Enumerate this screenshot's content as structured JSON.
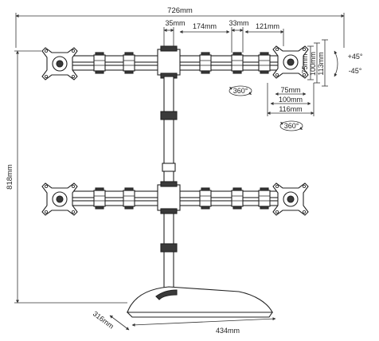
{
  "dimensions": {
    "total_width": "726mm",
    "arm_segment": "174mm",
    "pole_dia": "35mm",
    "clamp_width": "33mm",
    "end_segment": "121mm",
    "height": "818mm",
    "base_depth": "316mm",
    "base_width": "434mm",
    "vesa_75": "75mm",
    "vesa_100": "100mm",
    "vesa_113": "113mm",
    "vesa_75h": "75mm",
    "vesa_100h": "100mm",
    "vesa_116": "116mm",
    "tilt_up": "+45°",
    "tilt_down": "-45°",
    "rotate_a": "360°",
    "rotate_b": "360°"
  },
  "colors": {
    "line": "#222222",
    "fill_dark": "#3a3a3a",
    "background": "#ffffff"
  }
}
